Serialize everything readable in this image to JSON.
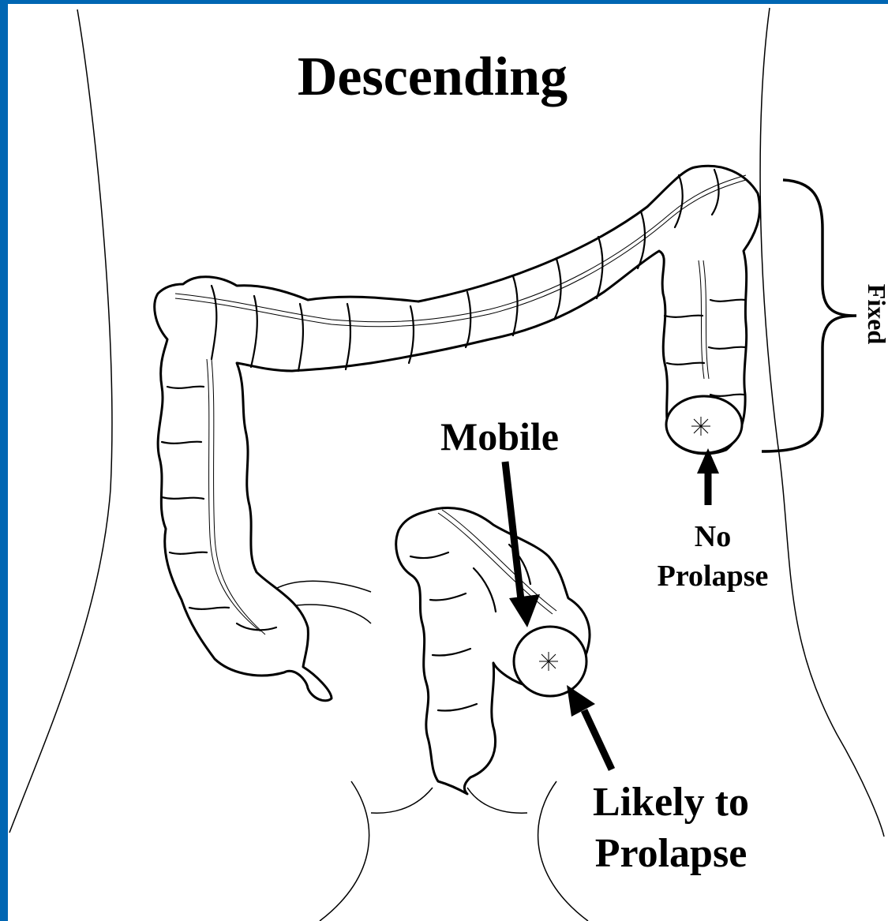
{
  "title": "Descending",
  "labels": {
    "fixed": "Fixed",
    "mobile": "Mobile",
    "no_prolapse_line1": "No",
    "no_prolapse_line2": "Prolapse",
    "likely_line1": "Likely to",
    "likely_line2": "Prolapse"
  },
  "colors": {
    "frame": "#0066b3",
    "ink": "#000000",
    "background": "#ffffff"
  }
}
